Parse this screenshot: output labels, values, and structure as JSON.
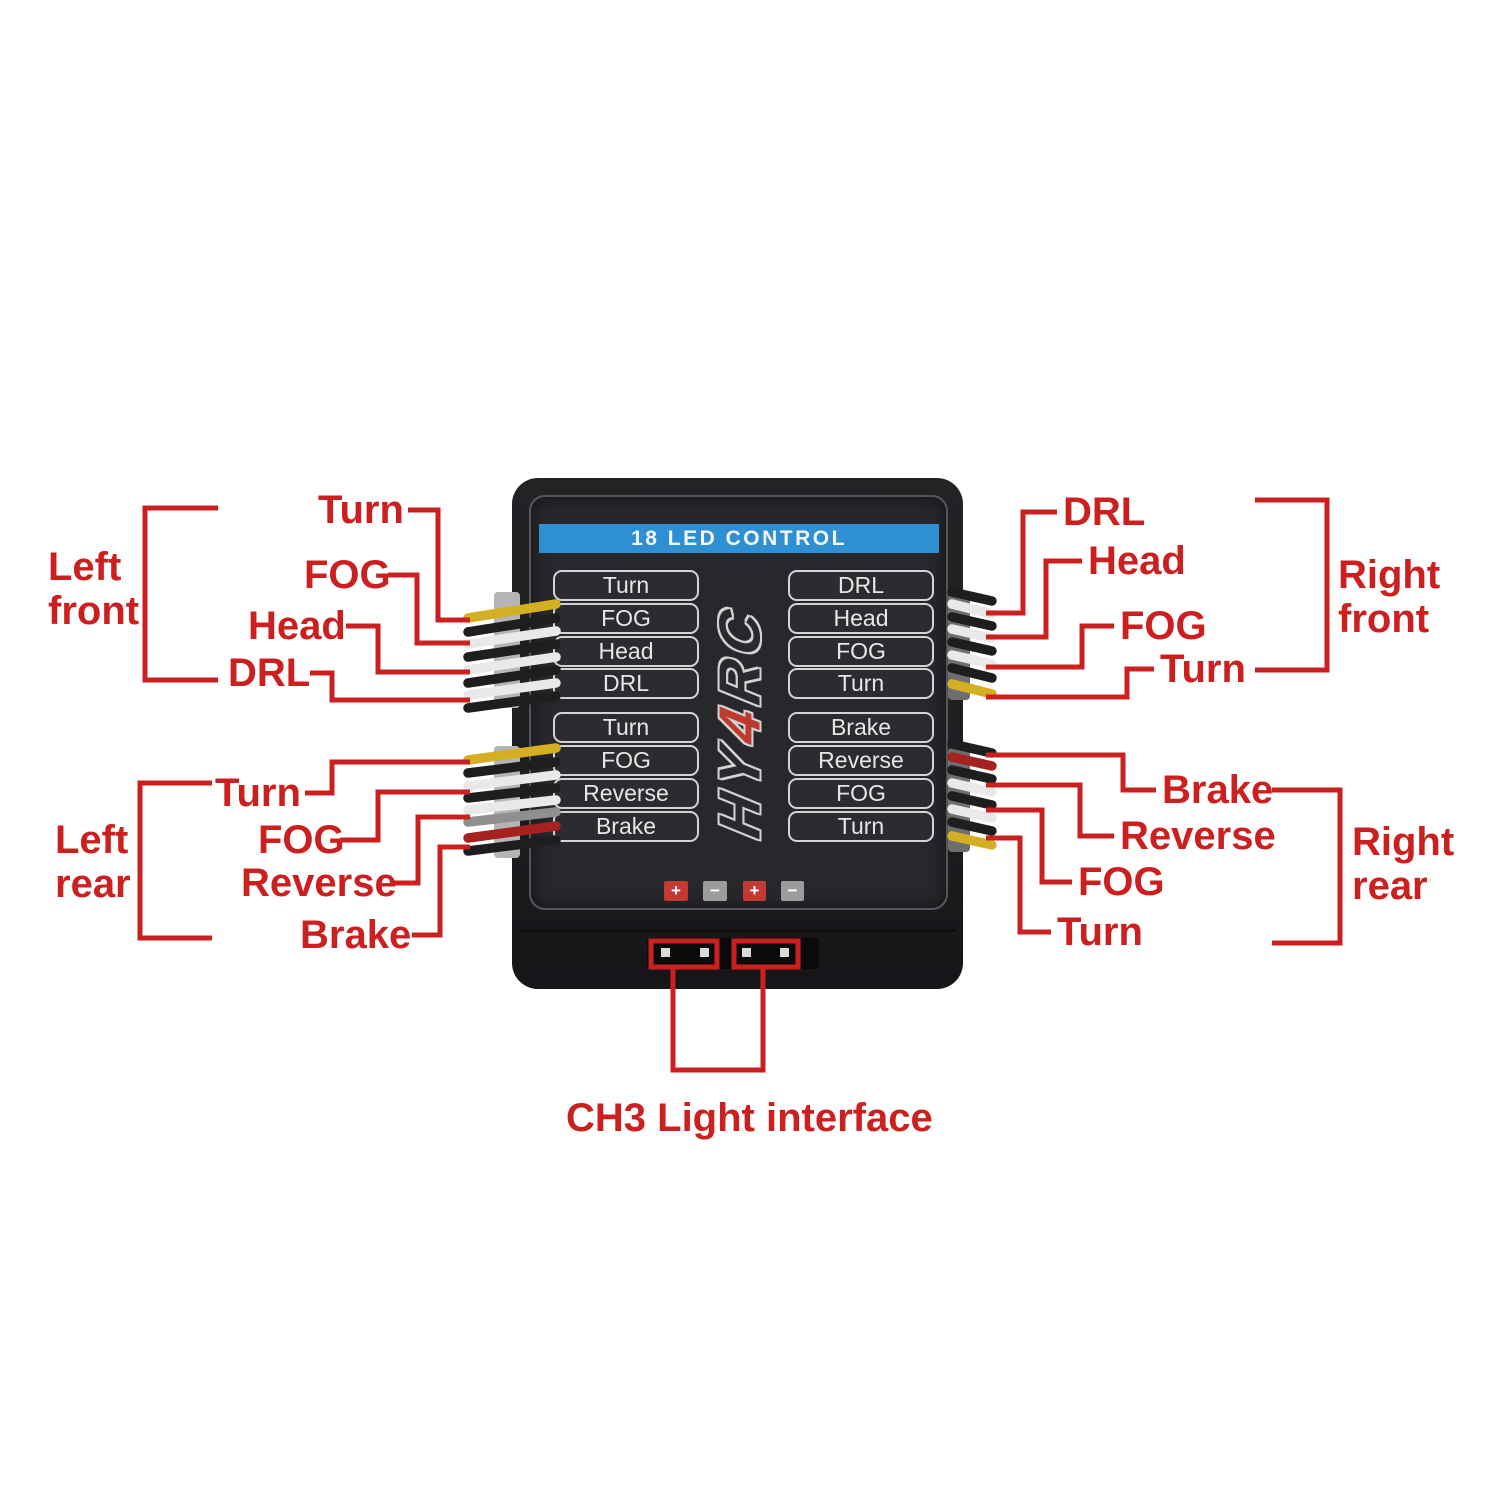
{
  "device": {
    "header_label": "18 LED CONTROL",
    "logo": {
      "part1": "HY",
      "accent": "4",
      "part2": "RC"
    },
    "ports": {
      "front_left": [
        "Turn",
        "FOG",
        "Head",
        "DRL"
      ],
      "front_right": [
        "DRL",
        "Head",
        "FOG",
        "Turn"
      ],
      "rear_left": [
        "Turn",
        "FOG",
        "Reverse",
        "Brake"
      ],
      "rear_right": [
        "Brake",
        "Reverse",
        "FOG",
        "Turn"
      ]
    },
    "polarity_marks": [
      "+",
      "−",
      "+",
      "−"
    ],
    "colors": {
      "header_bar": "#2e8fd2",
      "body": "#1e1e21",
      "faceplate": "#28282c",
      "port_outline": "#d4d4d4",
      "accent_red": "#c23a31"
    }
  },
  "annotations": {
    "red": "#cc2020",
    "groups": {
      "left_front": "Left front",
      "left_rear": "Left rear",
      "right_front": "Right front",
      "right_rear": "Right rear"
    },
    "wires": {
      "left_front": [
        "Turn",
        "FOG",
        "Head",
        "DRL"
      ],
      "left_rear": [
        "Turn",
        "FOG",
        "Reverse",
        "Brake"
      ],
      "right_front": [
        "DRL",
        "Head",
        "FOG",
        "Turn"
      ],
      "right_rear": [
        "Brake",
        "Reverse",
        "FOG",
        "Turn"
      ]
    },
    "ch3_label": "CH3 Light interface",
    "wire_colors": [
      "yellow",
      "black",
      "white",
      "red",
      "gray"
    ]
  }
}
